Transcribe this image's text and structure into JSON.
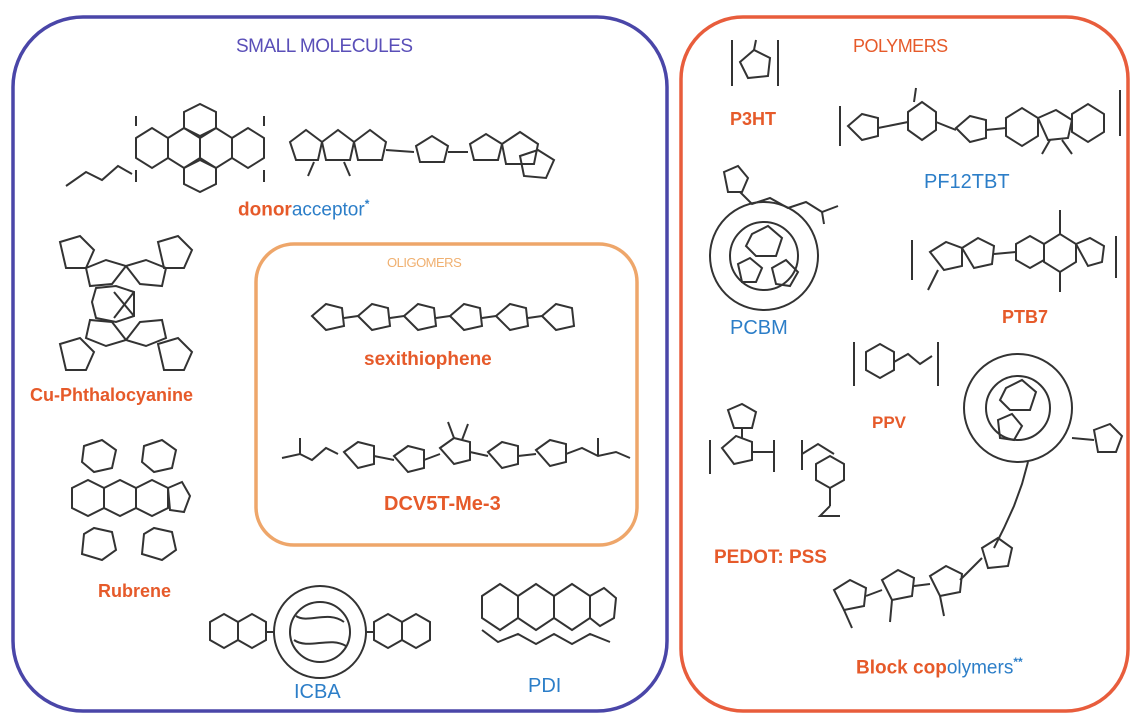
{
  "colors": {
    "small_molecules_border": "#4a46a8",
    "polymers_border": "#e85d3c",
    "oligomers_border": "#eea66a",
    "accent_orange": "#e65a2a",
    "accent_blue": "#2c7ec8",
    "oligomer_heading": "#f0b070"
  },
  "groups": {
    "small_molecules": {
      "title": "SMALL MOLECULES"
    },
    "oligomers": {
      "title": "OLIGOMERS"
    },
    "polymers": {
      "title": "POLYMERS"
    }
  },
  "labels": {
    "donor_acceptor_a": "donor",
    "donor_acceptor_b": "acceptor",
    "donor_acceptor_mark": "*",
    "cu_pc": "Cu-Phthalocyanine",
    "sexithiophene": "sexithiophene",
    "dcv5t": "DCV5T-Me-3",
    "rubrene": "Rubrene",
    "icba": "ICBA",
    "pdi": "PDI",
    "p3ht": "P3HT",
    "pf12tbt": "PF12TBT",
    "pcbm": "PCBM",
    "ptb7": "PTB7",
    "ppv": "PPV",
    "pedot": "PEDOT: PSS",
    "block_copolymers_a": "Block cop",
    "block_copolymers_b": "olymers",
    "block_copolymers_mark": "**"
  },
  "structures": [
    "perylene-diimide-dimer-icon",
    "thiophene-acceptor-icon",
    "phthalocyanine-icon",
    "rubrene-icon",
    "icba-icon",
    "pdi-icon",
    "sexithiophene-icon",
    "dcv5t-icon",
    "p3ht-icon",
    "pf12tbt-icon",
    "pcbm-icon",
    "ptb7-icon",
    "ppv-icon",
    "pedot-pss-icon",
    "block-copolymer-icon"
  ]
}
